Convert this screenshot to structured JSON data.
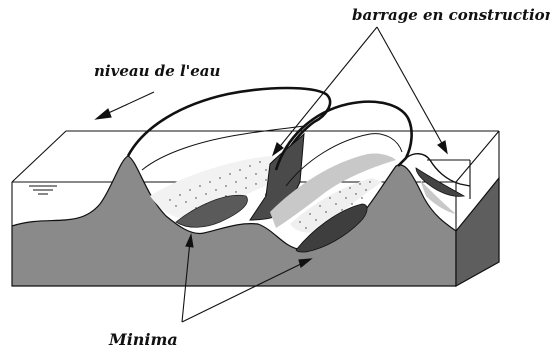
{
  "labels": {
    "barrage": "barrage en construction",
    "niveau": "niveau de l'eau",
    "minima": "Minima"
  },
  "colors": {
    "ground": "#8a8a8a",
    "ground_dark": "#5e5e5e",
    "basin": "#444444",
    "light_band": "#c8c8c8",
    "stroke": "#111111",
    "background": "#ffffff"
  }
}
